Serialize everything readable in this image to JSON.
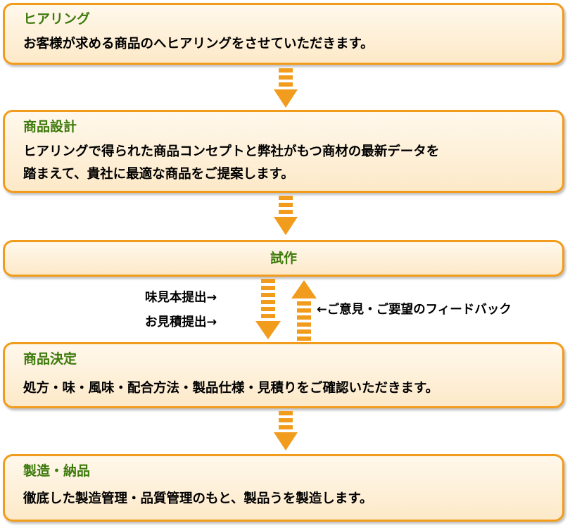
{
  "steps": [
    {
      "title": "ヒアリング",
      "lines": [
        "お客様が求める商品のへヒアリングをさせていただきます。"
      ]
    },
    {
      "title": "商品設計",
      "lines": [
        "ヒアリングで得られた商品コンセプトと弊社がもつ商材の最新データを",
        "踏まえて、貴社に最適な商品をご提案します。"
      ]
    },
    {
      "title": "試作",
      "lines": []
    },
    {
      "title": "商品決定",
      "lines": [
        "処方・味・風味・配合方法・製品仕様・見積りをご確認いただきます。"
      ]
    },
    {
      "title": "製造・納品",
      "lines": [
        "徹底した製造管理・品質管理のもと、製品うを製造します。"
      ]
    }
  ],
  "side_labels": {
    "down_1": "味見本提出→",
    "down_2": "お見積提出→",
    "up": "←ご意見・ご要望のフィードバック"
  },
  "colors": {
    "accent": "#f29c1e",
    "title_green": "#3d7a0c",
    "box_top": "#fff8ec",
    "box_bottom": "#fde9c8"
  }
}
